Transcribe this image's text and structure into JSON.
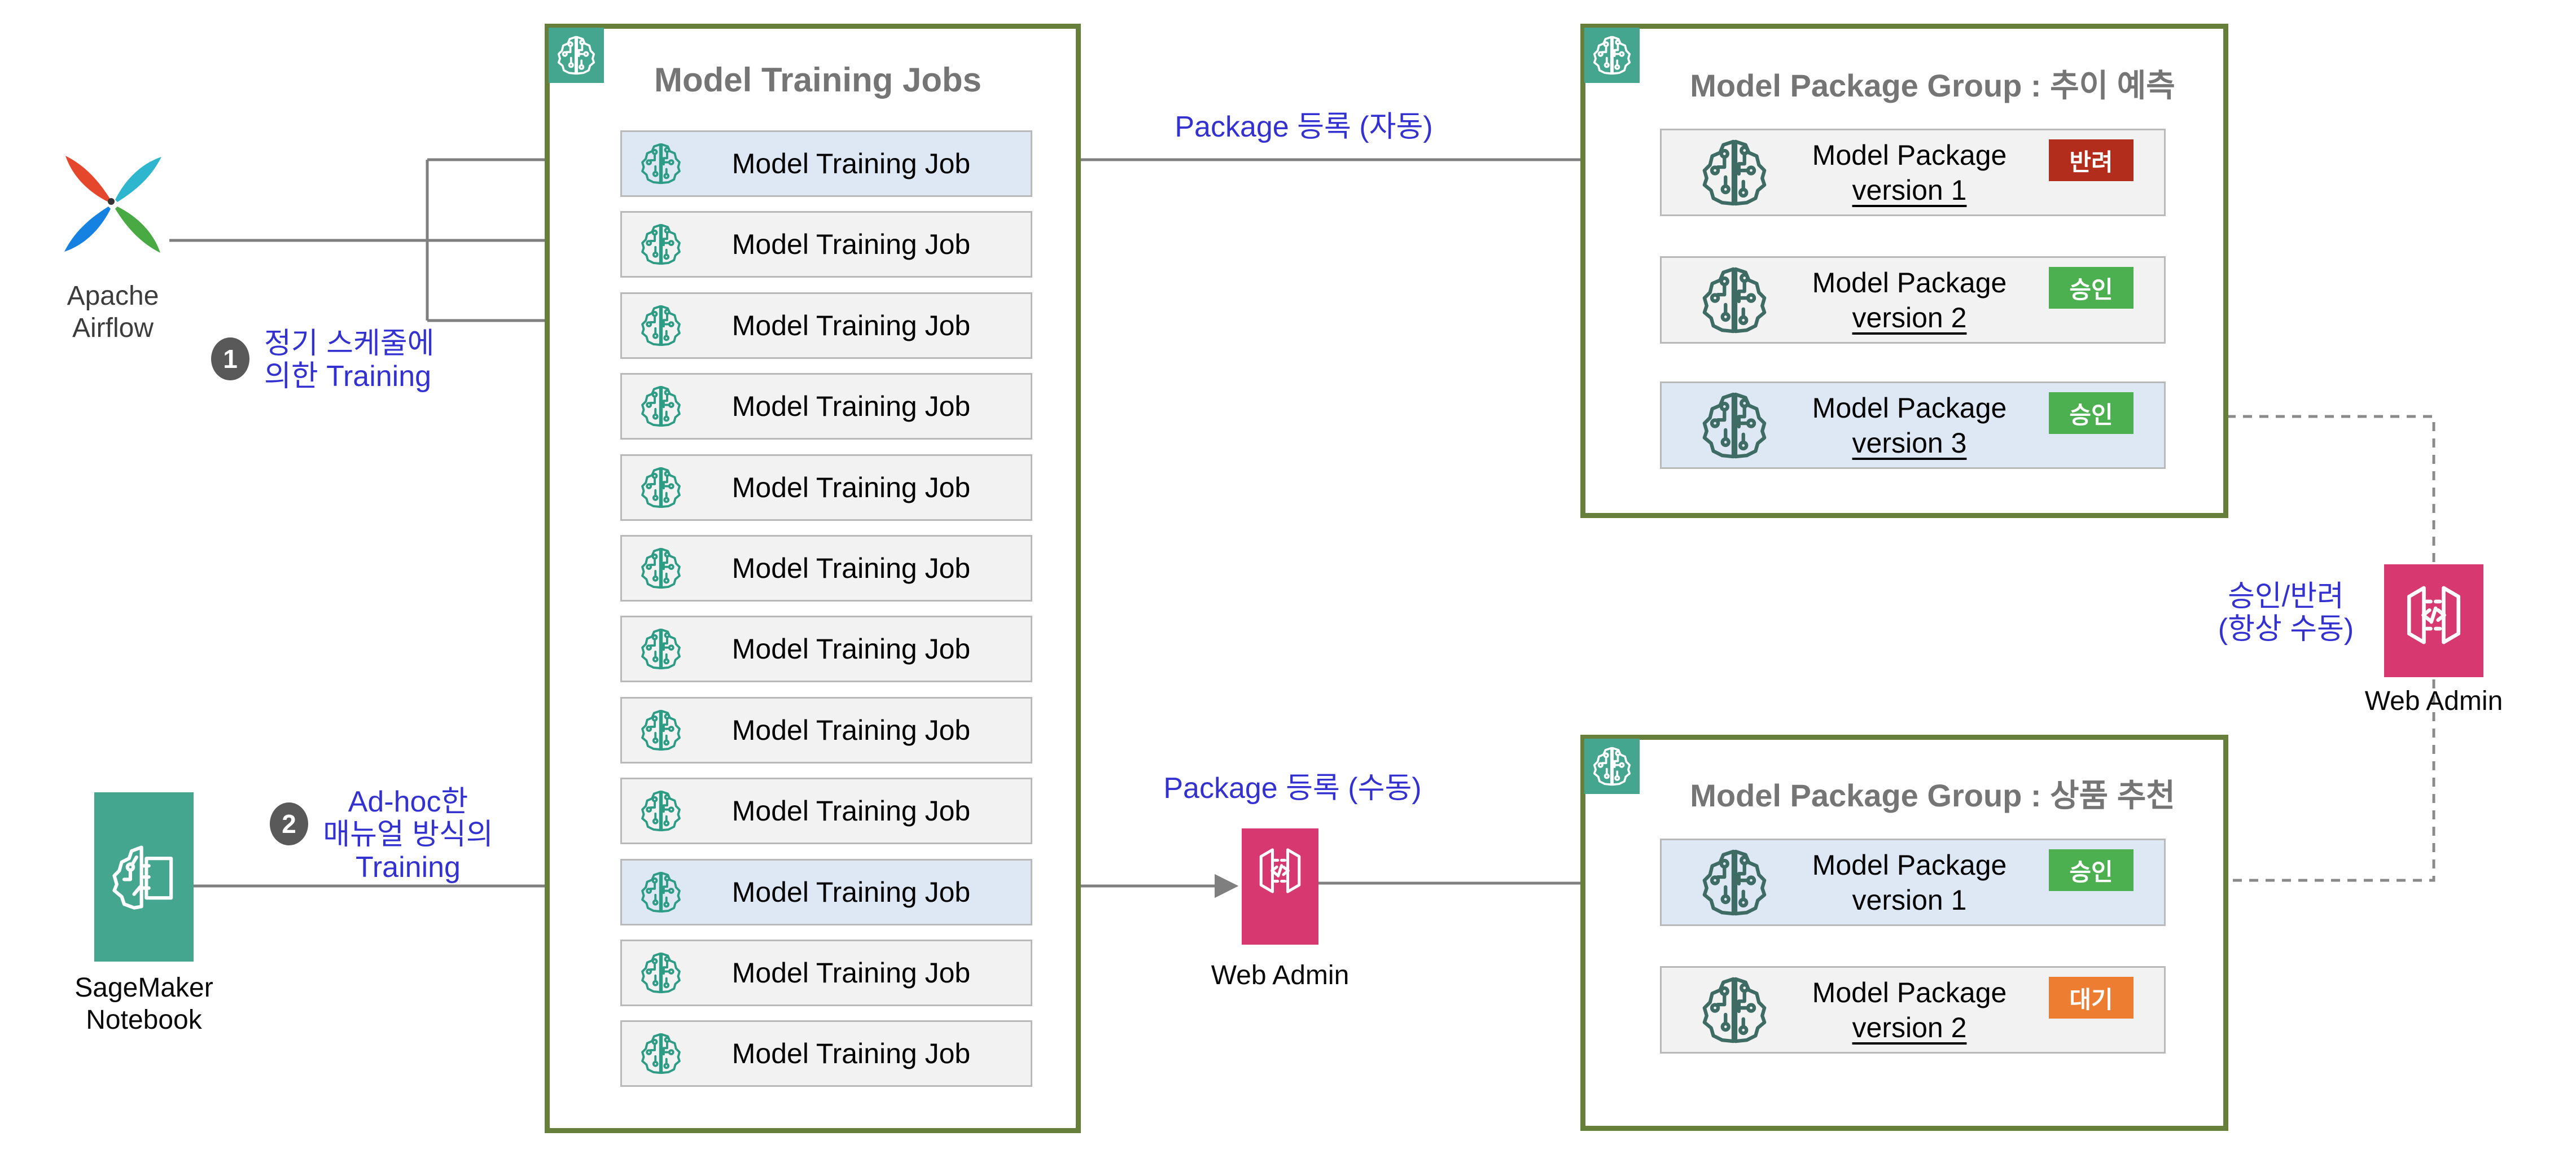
{
  "nodes": {
    "airflow": {
      "label_lines": [
        "Apache",
        "Airflow"
      ]
    },
    "sagemaker": {
      "label_lines": [
        "SageMaker",
        "Notebook"
      ]
    },
    "web_admin_mid": {
      "label": "Web Admin"
    },
    "web_admin_right": {
      "label": "Web Admin"
    }
  },
  "annotations": {
    "step1": {
      "number": "1",
      "line1": "정기 스케줄에",
      "line2": "의한 Training"
    },
    "step2": {
      "number": "2",
      "line1": "Ad-hoc한",
      "line2": "매뉴얼 방식의",
      "line3": "Training"
    },
    "pkg_register_auto": "Package 등록 (자동)",
    "pkg_register_manual": "Package 등록 (수동)",
    "approve_reject_line1": "승인/반려",
    "approve_reject_line2": "(항상 수동)"
  },
  "training": {
    "title": "Model Training Jobs",
    "jobs": [
      {
        "label": "Model Training Job",
        "highlighted": true
      },
      {
        "label": "Model Training Job",
        "highlighted": false
      },
      {
        "label": "Model Training Job",
        "highlighted": false
      },
      {
        "label": "Model Training Job",
        "highlighted": false
      },
      {
        "label": "Model Training Job",
        "highlighted": false
      },
      {
        "label": "Model Training Job",
        "highlighted": false
      },
      {
        "label": "Model Training Job",
        "highlighted": false
      },
      {
        "label": "Model Training Job",
        "highlighted": false
      },
      {
        "label": "Model Training Job",
        "highlighted": false
      },
      {
        "label": "Model Training Job",
        "highlighted": true
      },
      {
        "label": "Model Training Job",
        "highlighted": false
      },
      {
        "label": "Model Training Job",
        "highlighted": false
      }
    ]
  },
  "groups": [
    {
      "title": "Model Package Group : 추이 예측",
      "packages": [
        {
          "line1": "Model Package",
          "line2": "version 1",
          "underline": true,
          "status": "반려",
          "status_color": "#B22D1C",
          "highlighted": false
        },
        {
          "line1": "Model Package",
          "line2": "version 2",
          "underline": true,
          "status": "승인",
          "status_color": "#4CAF50",
          "highlighted": false
        },
        {
          "line1": "Model Package",
          "line2": "version 3",
          "underline": true,
          "status": "승인",
          "status_color": "#4CAF50",
          "highlighted": true
        }
      ]
    },
    {
      "title": "Model Package Group : 상품 추천",
      "packages": [
        {
          "line1": "Model Package",
          "line2": "version 1",
          "underline": false,
          "status": "승인",
          "status_color": "#4CAF50",
          "highlighted": true
        },
        {
          "line1": "Model Package",
          "line2": "version 2",
          "underline": true,
          "status": "대기",
          "status_color": "#ED7D31",
          "highlighted": false
        }
      ]
    }
  ],
  "colors": {
    "group_border": "#66803C",
    "teal_icon_bg": "#45A690",
    "row_highlight": "#DDE8F4",
    "row_default": "#F2F2F2",
    "row_border": "#B9B9B9",
    "badge_reject": "#B22D1C",
    "badge_approve": "#4CAF50",
    "badge_wait": "#ED7D31",
    "annotation_blue": "#3431D1",
    "connector_gray": "#7F7F7F",
    "web_admin_pink": "#D6386F",
    "step_badge_gray": "#595959",
    "title_gray": "#757575"
  }
}
